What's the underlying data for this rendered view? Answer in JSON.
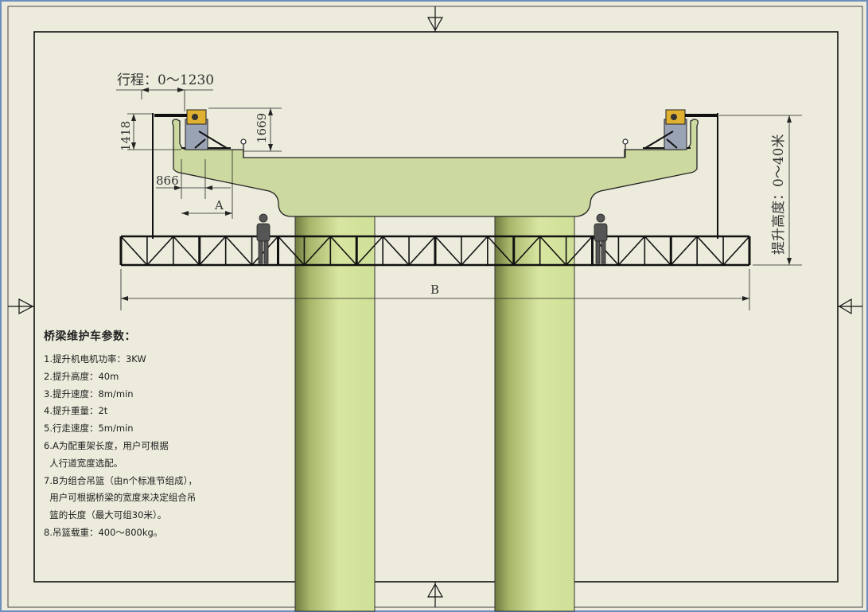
{
  "drawing": {
    "labels": {
      "stroke": "行程：0～1230",
      "dim_1418": "1418",
      "dim_1669": "1669",
      "dim_866": "866",
      "dim_a": "A",
      "dim_b": "B",
      "lift_height": "提升高度：0～40米"
    }
  },
  "specs": {
    "title": "桥梁维护车参数：",
    "lines": [
      "1.提升机电机功率：3KW",
      "2.提升高度：40m",
      "3.提升速度：8m/min",
      "4.提升重量：2t",
      "5.行走速度：5m/min",
      "6.A为配重架长度，用户可根据",
      "  人行道宽度选配。",
      "7.B为组合吊篮（由n个标准节组成），",
      "  用户可根据桥梁的宽度来决定组合吊",
      "  篮的长度（最大可组30米）。",
      "8.吊篮载重：400～800kg。"
    ]
  },
  "colors": {
    "background": "#ecebdc",
    "deck": "#ccd9a0",
    "pier": "#cfe098",
    "machine": "#9aa3b3",
    "machine_accent": "#e0b030",
    "truss": "#111111"
  }
}
